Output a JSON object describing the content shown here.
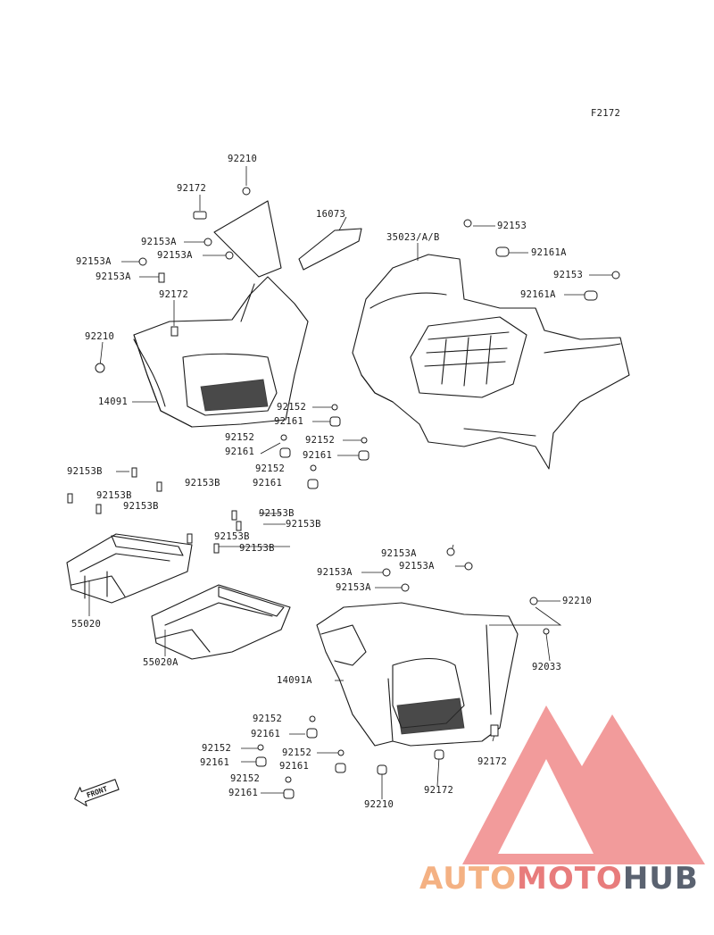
{
  "figure_code": "F2172",
  "watermark": {
    "part1": "AUTO",
    "part2": "MOTO",
    "part3": "HUB",
    "color1": "#f4b183",
    "color2": "#e87c7c",
    "color3": "#5a6270"
  },
  "front_marker": "FRONT",
  "labels": {
    "l01": "92210",
    "l02": "92172",
    "l03": "16073",
    "l04": "35023/A/B",
    "l05": "92153",
    "l06": "92153A",
    "l07": "92153A",
    "l08": "92153A",
    "l09": "92153A",
    "l10": "92161A",
    "l11": "92153",
    "l12": "92161A",
    "l13": "92172",
    "l14": "92210",
    "l15": "14091",
    "l16": "92152",
    "l17": "92161",
    "l18": "92152",
    "l19": "92152",
    "l20": "92161",
    "l21": "92161",
    "l22": "92152",
    "l23": "92161",
    "l24": "92153B",
    "l25": "92153B",
    "l26": "92153B",
    "l27": "92153B",
    "l28": "92153B",
    "l29": "92153B",
    "l30": "92153B",
    "l31": "92153B",
    "l32": "55020",
    "l33": "55020A",
    "l34": "92153A",
    "l35": "92153A",
    "l36": "92153A",
    "l37": "92153A",
    "l38": "92210",
    "l39": "92033",
    "l40": "14091A",
    "l41": "92152",
    "l42": "92161",
    "l43": "92152",
    "l44": "92152",
    "l45": "92161",
    "l46": "92161",
    "l47": "92152",
    "l48": "92161",
    "l49": "92172",
    "l50": "92172",
    "l51": "92210"
  }
}
